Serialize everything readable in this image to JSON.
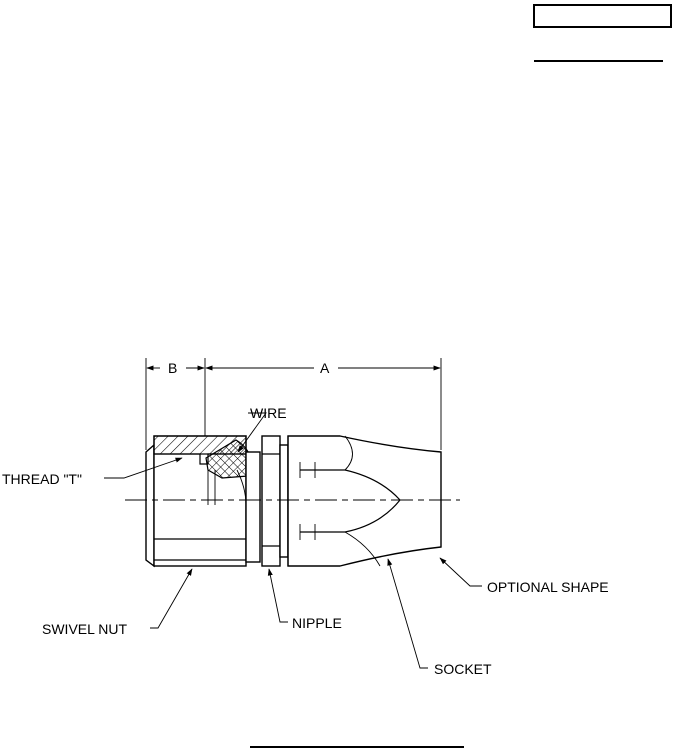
{
  "labels": {
    "dim_a": "A",
    "dim_b": "B",
    "wire": "WIRE",
    "thread": "THREAD \"T\"",
    "swivel_nut": "SWIVEL NUT",
    "nipple": "NIPPLE",
    "socket": "SOCKET",
    "optional_shape": "OPTIONAL SHAPE"
  },
  "colors": {
    "ink": "#000000",
    "paper": "#ffffff"
  }
}
